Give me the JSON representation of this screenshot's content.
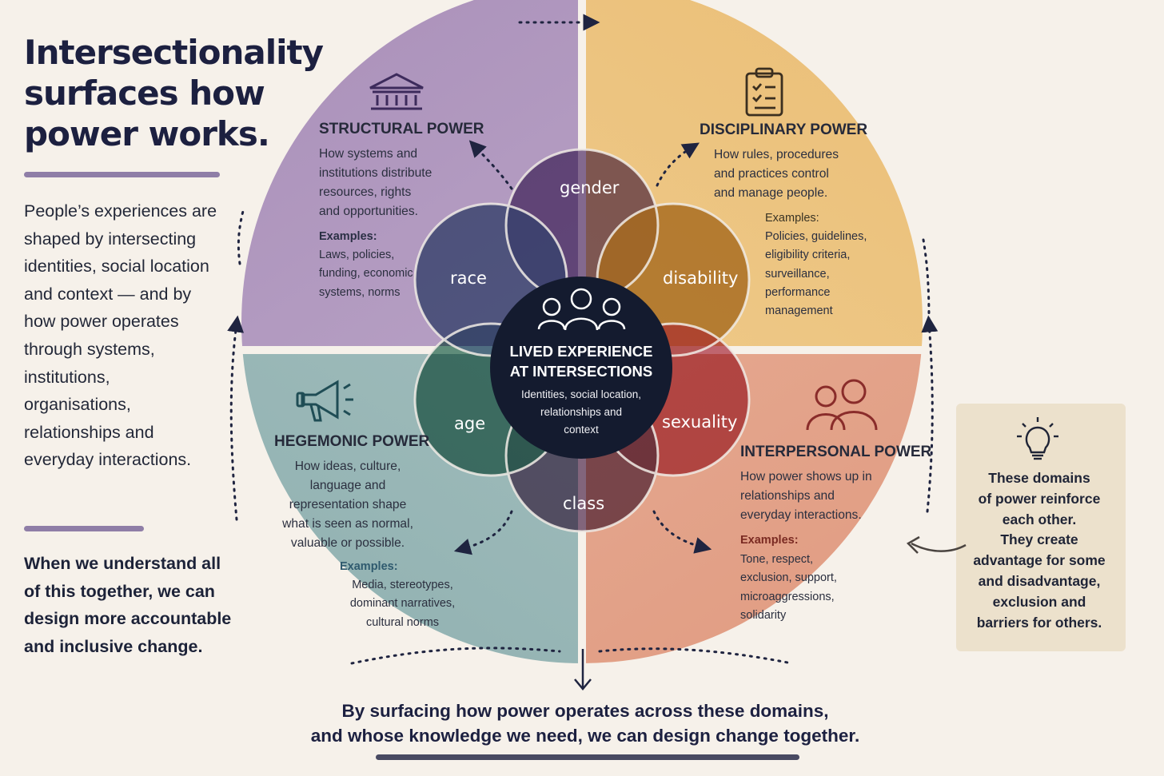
{
  "intro": {
    "title": "Intersectionality surfaces how power works.",
    "lead": "People’s experiences are shaped by intersecting identities, social location and context — and by how power operates through systems, institutions, organisations, relationships and everyday interactions.",
    "conclusion": "When we understand all of this together, we can design more accountable and inclusive change."
  },
  "domains": {
    "structural": {
      "icon": "institution-building-icon",
      "color": "#a98cb9",
      "title": "STRUCTURAL POWER",
      "description": "How systems and\ninstitutions distribute\nresources, rights\nand opportunities.",
      "examples_label": "Examples:",
      "examples": "Laws, policies,\nfunding, economic\nsystems, norms"
    },
    "disciplinary": {
      "icon": "clipboard-checklist-icon",
      "color": "#eec47b",
      "title": "DISCIPLINARY POWER",
      "description": "How rules, procedures\nand practices control\nand manage people.",
      "examples_label": "Examples:",
      "examples": "Policies, guidelines,\neligibility criteria,\nsurveillance,\nperformance\nmanagement"
    },
    "hegemonic": {
      "icon": "megaphone-icon",
      "color": "#8fb3b3",
      "title": "HEGEMONIC POWER",
      "description": "How ideas, culture,\nlanguage and\nrepresentation shape\nwhat is seen as normal,\nvaluable or possible.",
      "examples_label": "Examples:",
      "examples": "Media, stereotypes,\ndominant narratives,\ncultural norms"
    },
    "interpersonal": {
      "icon": "two-people-icon",
      "color": "#e29c82",
      "title": "INTERPERSONAL POWER",
      "description": "How power shows up in\nrelationships and\neveryday interactions.",
      "examples_label": "Examples:",
      "examples": "Tone, respect,\nexclusion, support,\nmicroaggressions,\nsolidarity"
    }
  },
  "identities": {
    "gender": "gender",
    "disability": "disability",
    "sexuality": "sexuality",
    "class": "class",
    "age": "age",
    "race": "race"
  },
  "center": {
    "icon": "group-of-people-icon",
    "title": "LIVED EXPERIENCE\nAT INTERSECTIONS",
    "subtitle": "Identities, social location,\nrelationships and\ncontext"
  },
  "note": {
    "icon": "lightbulb-icon",
    "text": "These domains\nof power reinforce\neach other.\nThey create\nadvantage for some\nand disadvantage,\nexclusion and\nbarriers for others."
  },
  "footer": {
    "text": "By surfacing how power operates across these domains,\nand whose knowledge we need, we can design change together."
  }
}
